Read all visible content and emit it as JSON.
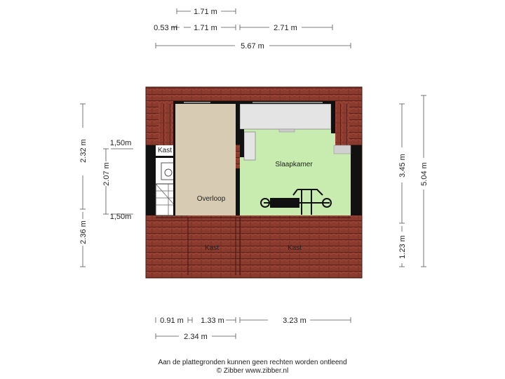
{
  "dimensions": {
    "top": [
      "1.71 m",
      "0.53 m",
      "1.71 m",
      "2.71 m",
      "5.67 m"
    ],
    "bottom": [
      "0.91 m",
      "1.33 m",
      "3.23 m",
      "2.34 m"
    ],
    "left": [
      "2.32 m",
      "2.07 m",
      "2.36 m",
      "1,50m",
      "1,50m"
    ],
    "right": [
      "3.45 m",
      "5.04 m",
      "1.23 m"
    ]
  },
  "rooms": {
    "kast_small": "Kast",
    "overloop": "Overloop",
    "slaapkamer": "Slaapkamer",
    "kast_left": "Kast",
    "kast_right": "Kast"
  },
  "footer": {
    "disclaimer": "Aan de plattegronden kunnen geen rechten worden ontleend",
    "copyright": "© Zibber www.zibber.nl"
  },
  "colors": {
    "roof": "#8b3a2e",
    "bedroom": "#c8ecb0",
    "landing": "#d8cbb3",
    "wall": "#111111"
  }
}
